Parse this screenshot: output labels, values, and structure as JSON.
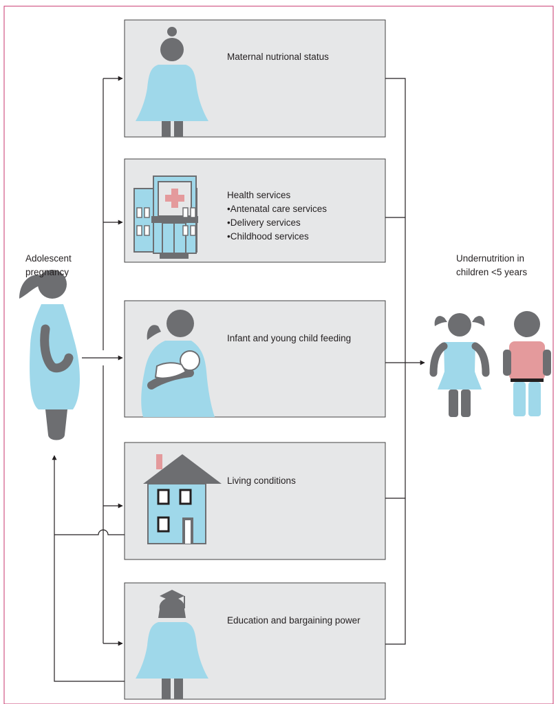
{
  "colors": {
    "frame": "#c7336b",
    "box_fill": "#e6e7e8",
    "box_stroke": "#414042",
    "figure_grey": "#6d6e71",
    "figure_blue": "#9fd8ea",
    "accent_pink": "#e49a9c",
    "line": "#231f20"
  },
  "left": {
    "label": "Adolescent\npregnancy",
    "icon": "pregnant-adolescent-icon"
  },
  "right": {
    "label": "Undernutrition in\nchildren <5 years",
    "icon": "children-icon"
  },
  "boxes": [
    {
      "title": "Maternal nutrional status",
      "icon": "mother-icon"
    },
    {
      "title": "Health services",
      "items": [
        "Antenatal care services",
        "Delivery services",
        "Childhood services"
      ],
      "icon": "hospital-icon"
    },
    {
      "title": "Infant and young child feeding",
      "icon": "mother-holding-infant-icon"
    },
    {
      "title": "Living conditions",
      "icon": "house-icon"
    },
    {
      "title": "Education and bargaining power",
      "icon": "graduate-woman-icon"
    }
  ]
}
